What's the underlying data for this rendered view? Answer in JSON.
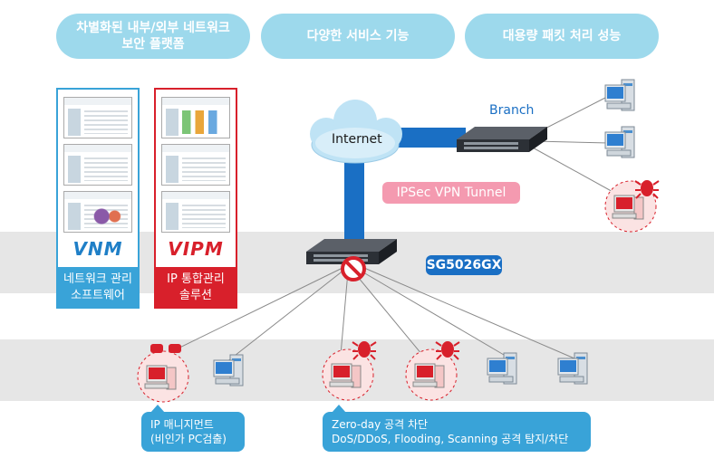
{
  "features": {
    "platform_line1": "차별화된 내부/외부 네트워크",
    "platform_line2": "보안 플랫폼",
    "services": "다양한 서비스 기능",
    "capacity": "대용량 패킷 처리 성능"
  },
  "vnm": {
    "logo": "VNM",
    "line1": "네트워크 관리",
    "line2": "소프트웨어"
  },
  "vipm": {
    "logo": "VIPM",
    "line1": "IP 통합관리",
    "line2": "솔루션"
  },
  "network": {
    "internet": "Internet",
    "branch": "Branch",
    "tunnel": "IPSec VPN Tunnel",
    "device": "SG5026GX"
  },
  "callouts": {
    "ip_mgmt_line1": "IP 매니지먼트",
    "ip_mgmt_line2": "(비인가 PC검출)",
    "zero_day_line1": "Zero-day 공격 차단",
    "zero_day_line2": "DoS/DDoS, Flooding, Scanning 공격 탐지/차단"
  },
  "colors": {
    "pill": "#9dd9ec",
    "blue": "#39a3d8",
    "red": "#d8202b",
    "tunnel_pink": "#f49ab0",
    "link_blue": "#1a6fc4"
  }
}
